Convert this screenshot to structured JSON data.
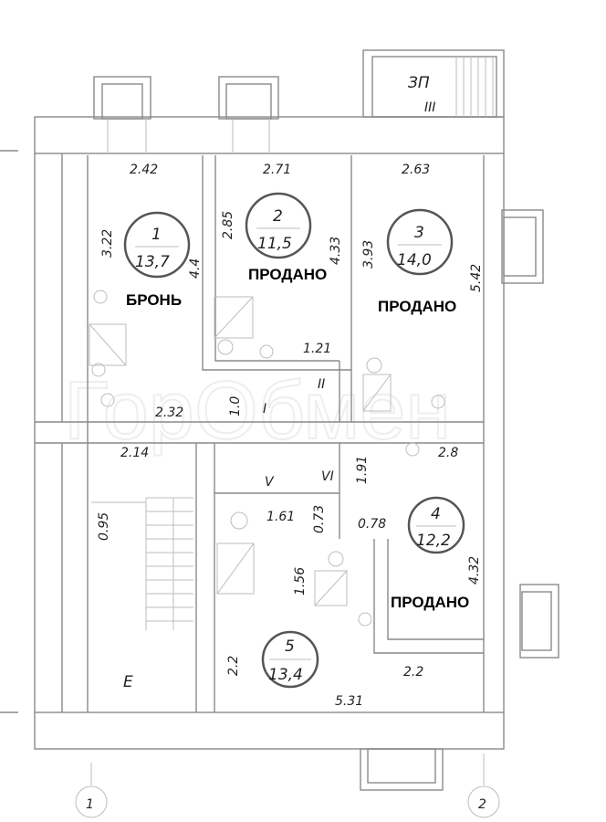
{
  "watermark": "ГорОбмен",
  "stair_label": "ЗП",
  "stair_numeral": "III",
  "room_e": "E",
  "axes": [
    "1",
    "2"
  ],
  "corridor_labels": [
    "I",
    "II",
    "V",
    "VI"
  ],
  "rooms": [
    {
      "number": "1",
      "area": "13,7",
      "status": "БРОНЬ"
    },
    {
      "number": "2",
      "area": "11,5",
      "status": "ПРОДАНО"
    },
    {
      "number": "3",
      "area": "14,0",
      "status": "ПРОДАНО"
    },
    {
      "number": "4",
      "area": "12,2",
      "status": "ПРОДАНО"
    },
    {
      "number": "5",
      "area": "13,4",
      "status": ""
    }
  ],
  "dimensions": {
    "r1_top": "2.42",
    "r1_left": "3.22",
    "r1_right": "4.4",
    "r1_bottom": "2.32",
    "r2_top": "2.71",
    "r2_left": "2.85",
    "r2_right": "4.33",
    "r2_bath": "1.21",
    "r3_top": "2.63",
    "r3_left": "3.93",
    "r3_right": "5.42",
    "corr": "1.0",
    "stair_top": "2.14",
    "stair_side": "0.95",
    "v_bottom": "1.61",
    "v_side": "0.73",
    "vi_side": "1.91",
    "r4_top": "2.8",
    "r4_bath": "0.78",
    "r4_right": "4.32",
    "r5_bath": "1.56",
    "r5_left": "2.2",
    "r5_right": "2.2",
    "r5_bottom": "5.31"
  }
}
